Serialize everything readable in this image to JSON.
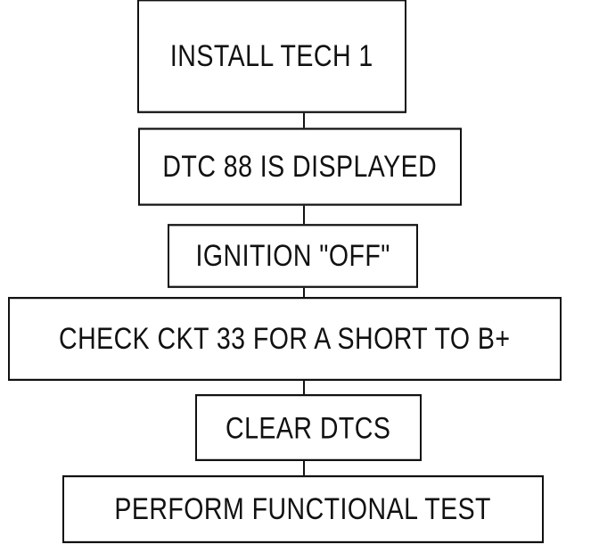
{
  "flowchart": {
    "steps": [
      {
        "label": "INSTALL TECH 1"
      },
      {
        "label": "DTC 88 IS DISPLAYED"
      },
      {
        "label": "IGNITION \"OFF\""
      },
      {
        "label": "CHECK CKT 33 FOR A SHORT TO B+"
      },
      {
        "label": "CLEAR DTCS"
      },
      {
        "label": "PERFORM FUNCTIONAL TEST"
      }
    ]
  },
  "colors": {
    "line": "#111111",
    "background": "#ffffff"
  }
}
